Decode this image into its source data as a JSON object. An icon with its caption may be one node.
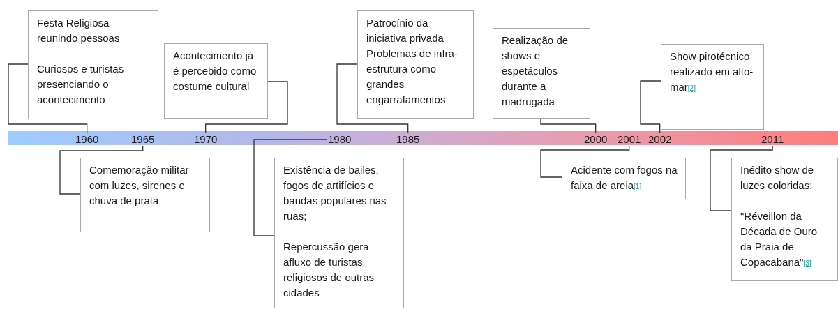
{
  "diagram": {
    "nodes": [
      {
        "text": [
          "Festa Religiosa reunindo pessoas",
          "Curiosos e turistas presenciando o acontecimento"
        ]
      },
      {
        "text": [
          "Acontecimento já é percebido como costume cultural"
        ]
      },
      {
        "text": [
          "Patrocínio da iniciativa privada",
          "Problemas de infra-estrutura como grandes engarrafamentos"
        ]
      },
      {
        "text": [
          "Realização de shows e espetáculos durante a madrugada"
        ]
      },
      {
        "text": [
          "Show pirotécnico realizado em alto-mar$_{[2]}$"
        ]
      },
      {
        "text": [
          "1960"
        ]
      },
      {
        "text": [
          "1965"
        ]
      },
      {
        "text": [
          "1970"
        ]
      },
      {
        "text": [
          "1980"
        ]
      },
      {
        "text": [
          "1985"
        ]
      },
      {
        "text": [
          "2000"
        ]
      },
      {
        "text": [
          "2001"
        ]
      },
      {
        "text": [
          "2002"
        ]
      },
      {
        "text": [
          "2011"
        ]
      },
      {
        "text": [
          "Comemoração militar com luzes, sirenes e chuva de prata"
        ]
      },
      {
        "text": [
          "Existência de bailes, fogos de artifícios e bandas populares nas ruas;",
          "Repercussão gera afluxo de turistas religiosos de outras cidades"
        ]
      },
      {
        "text": [
          "Acidente com fogos na faixa de areia$_{[1]}$"
        ]
      },
      {
        "text": [
          "Inédito show de luzes coloridas;",
          "\"Réveillon da Década de Ouro da Praia de Copacabana\"$_{[3]}$"
        ]
      }
    ],
    "edges": [
      {
        "from": 0,
        "to": 5,
        "arrow": "none"
      },
      {
        "from": 1,
        "to": 7,
        "arrow": "none"
      },
      {
        "from": 2,
        "to": 9,
        "arrow": "none"
      },
      {
        "from": 3,
        "to": 10,
        "arrow": "none"
      },
      {
        "from": 4,
        "to": 12,
        "arrow": "none"
      },
      {
        "from": 14,
        "to": 6,
        "arrow": "none"
      },
      {
        "from": 15,
        "to": 8,
        "arrow": "none"
      },
      {
        "from": 16,
        "to": 11,
        "arrow": "none"
      },
      {
        "from": 17,
        "to": 13,
        "arrow": "none"
      }
    ]
  }
}
